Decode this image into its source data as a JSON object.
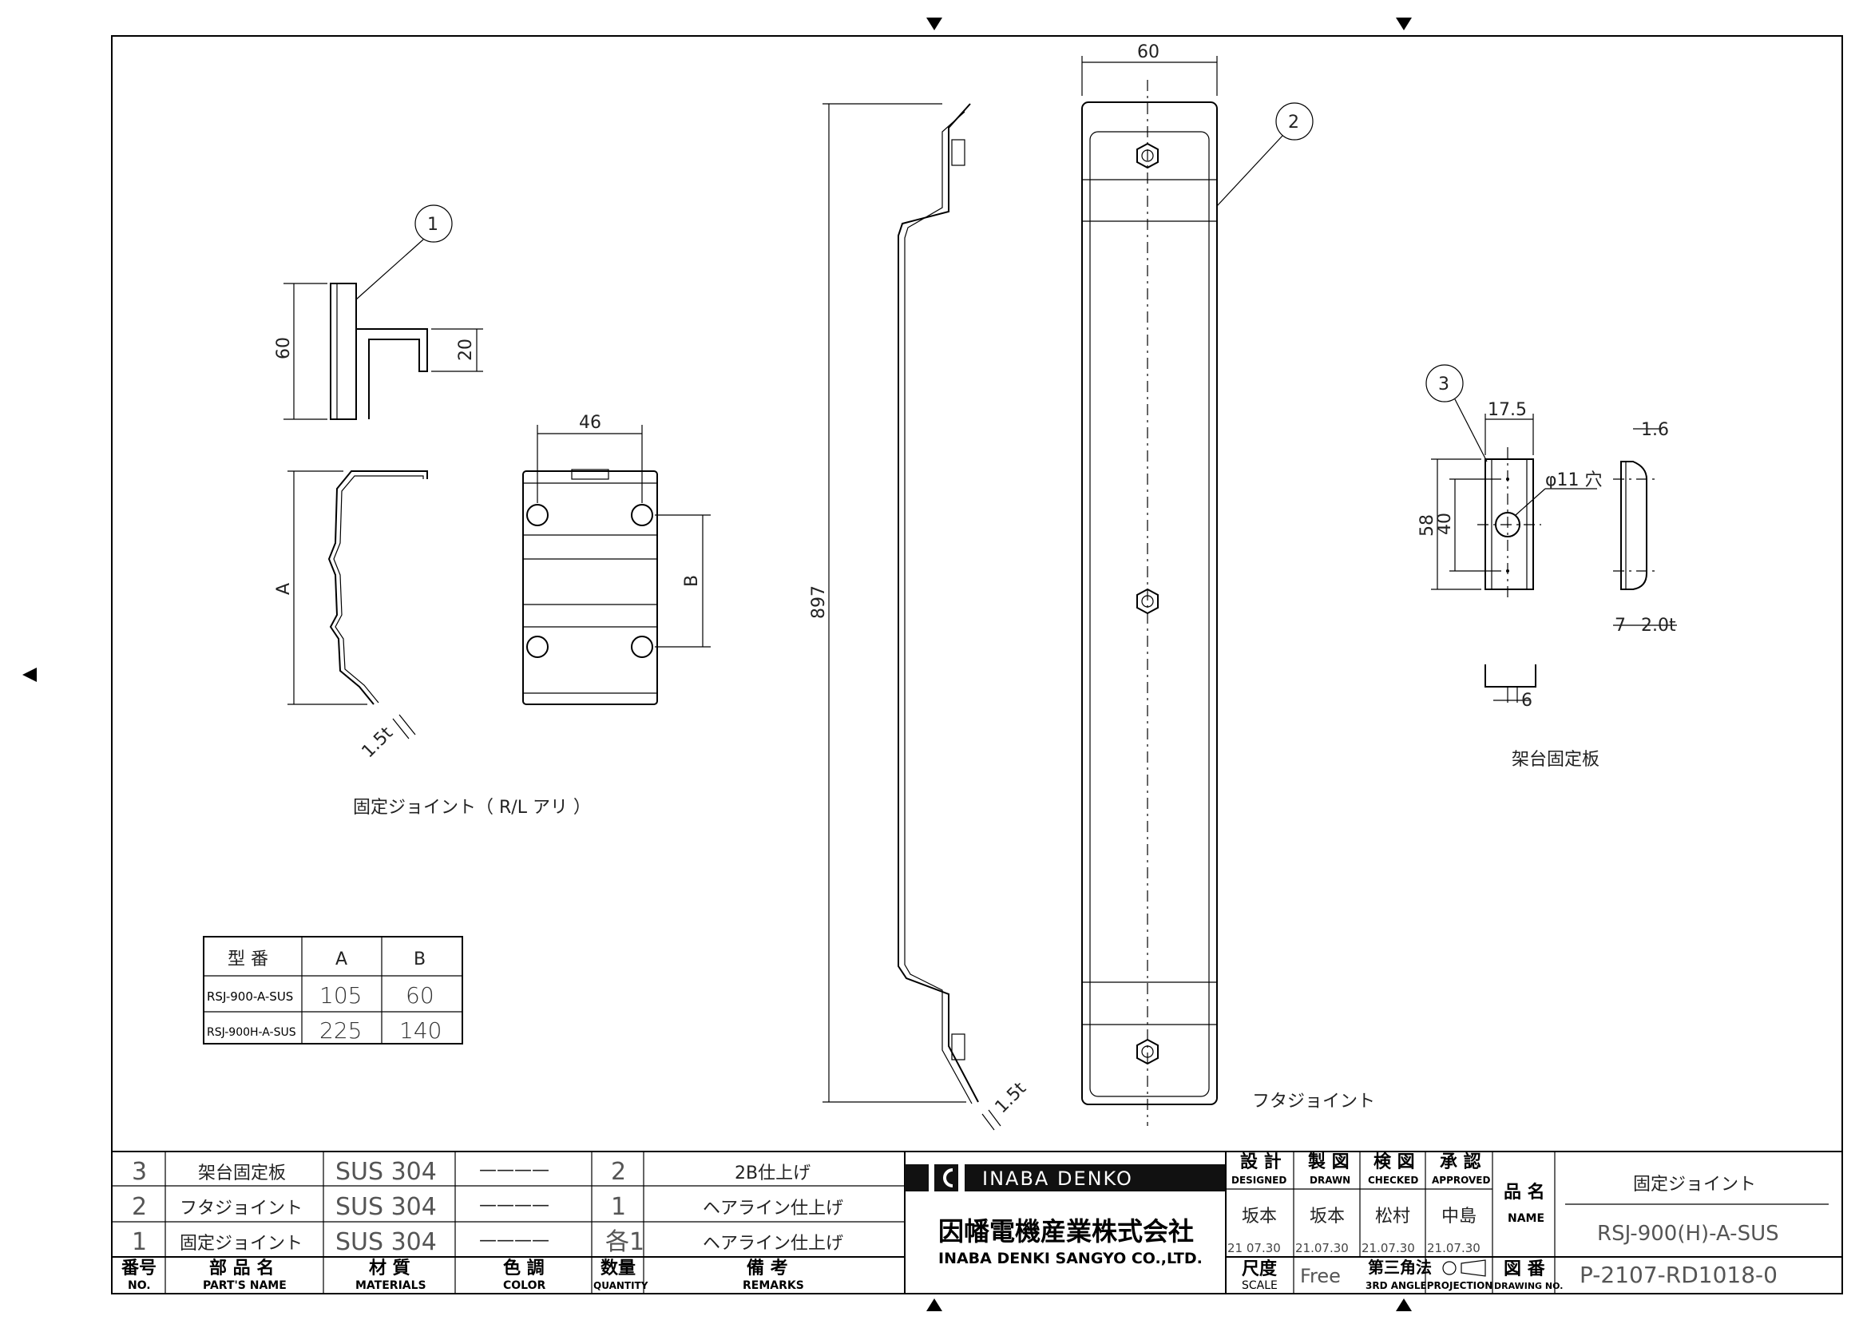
{
  "parts_list": {
    "rows": [
      {
        "no": "3",
        "name": "架台固定板",
        "material": "SUS 304",
        "color": "————",
        "qty": "2",
        "remarks": "2B仕上げ"
      },
      {
        "no": "2",
        "name": "フタジョイント",
        "material": "SUS 304",
        "color": "————",
        "qty": "1",
        "remarks": "ヘアライン仕上げ"
      },
      {
        "no": "1",
        "name": "固定ジョイント",
        "material": "SUS 304",
        "color": "————",
        "qty": "各1",
        "remarks": "ヘアライン仕上げ"
      }
    ],
    "headers": {
      "no_jp": "番号",
      "no_en": "NO.",
      "name_jp": "部 品 名",
      "name_en": "PART'S NAME",
      "material_jp": "材 質",
      "material_en": "MATERIALS",
      "color_jp": "色 調",
      "color_en": "COLOR",
      "qty_jp": "数量",
      "qty_en": "QUANTITY",
      "remarks_jp": "備 考",
      "remarks_en": "REMARKS"
    }
  },
  "company": {
    "logo_text": "INABA DENKO",
    "name_jp": "因幡電機産業株式会社",
    "name_en": "INABA DENKI SANGYO CO.,LTD."
  },
  "title_block": {
    "designed_jp": "設 計",
    "designed_en": "DESIGNED",
    "drawn_jp": "製 図",
    "drawn_en": "DRAWN",
    "checked_jp": "検 図",
    "checked_en": "CHECKED",
    "approved_jp": "承 認",
    "approved_en": "APPROVED",
    "designer": "坂本",
    "drawer": "坂本",
    "checker": "松村",
    "approver": "中島",
    "designed_date": "21 07.30",
    "drawn_date": "21.07.30",
    "checked_date": "21.07.30",
    "approved_date": "21.07.30",
    "name_label_jp": "品 名",
    "name_label_en": "NAME",
    "product_name": "固定ジョイント",
    "product_model": "RSJ-900(H)-A-SUS",
    "scale_jp": "尺度",
    "scale_en": "SCALE",
    "scale_value": "Free",
    "projection_jp": "第三角法",
    "projection_en": "3RD ANGLEPROJECTION",
    "drawing_no_jp": "図 番",
    "drawing_no_en": "DRAWING NO.",
    "drawing_no": "P-2107-RD1018-0"
  },
  "drawing": {
    "part1": {
      "balloon": "1",
      "dim_height": "60",
      "dim_hook": "20",
      "dim_width": "46",
      "dim_a": "A",
      "dim_b": "B",
      "thickness": "1.5t",
      "caption": "固定ジョイント（ R/L アリ ）"
    },
    "part2": {
      "balloon": "2",
      "dim_length": "897",
      "dim_width": "60",
      "thickness": "1.5t",
      "caption": "フタジョイント"
    },
    "part3": {
      "balloon": "3",
      "dim_width": "17.5",
      "dim_thick": "1.6",
      "hole": "φ11 穴",
      "dim_58": "58",
      "dim_40": "40",
      "dim_7": "7",
      "thickness": "2.0t",
      "dim_6": "6",
      "caption": "架台固定板"
    },
    "size_table": {
      "headers": [
        "型 番",
        "A",
        "B"
      ],
      "rows": [
        [
          "RSJ-900-A-SUS",
          "105",
          "60"
        ],
        [
          "RSJ-900H-A-SUS",
          "225",
          "140"
        ]
      ]
    }
  }
}
